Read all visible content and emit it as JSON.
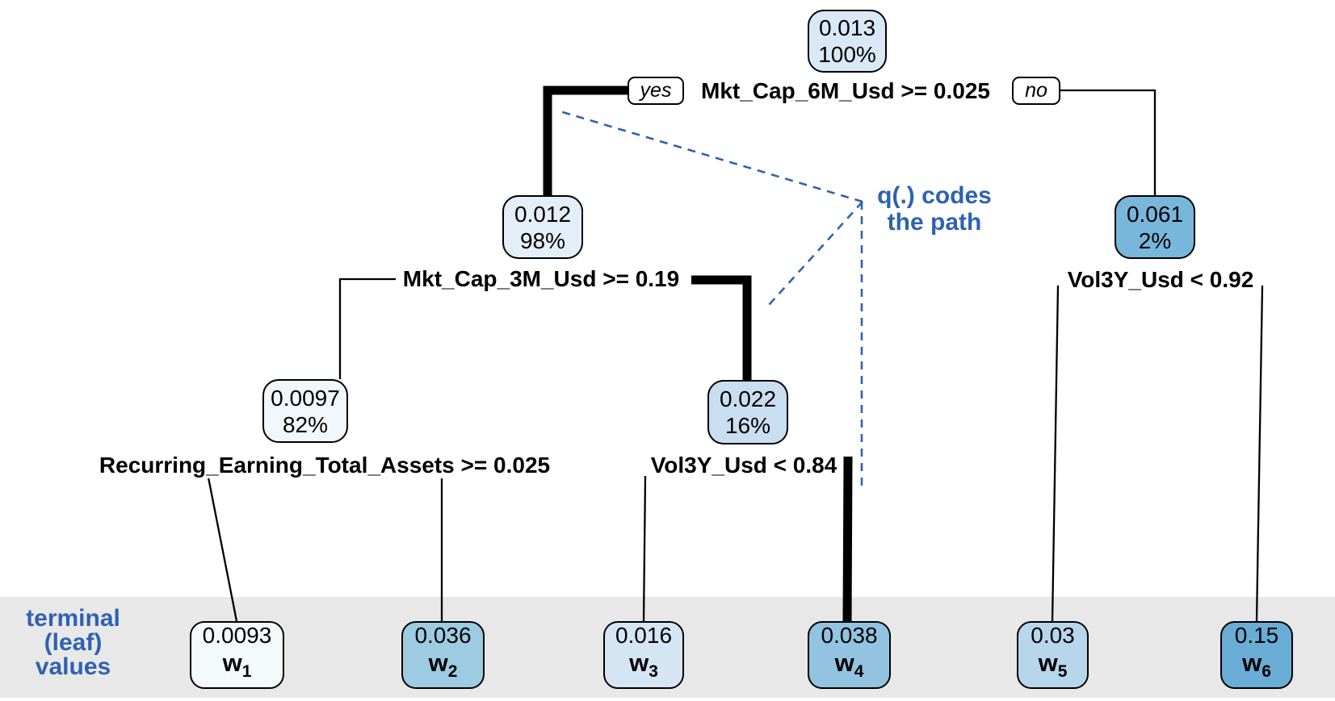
{
  "colors": {
    "accent_blue": "#2e62b1",
    "band_gray": "#e8e8e8",
    "branch_black": "#000000"
  },
  "annotation": {
    "line1": "q(.) codes",
    "line2": "the path"
  },
  "band_caption": {
    "line1": "terminal",
    "line2": "(leaf)",
    "line3": "values"
  },
  "root_split": {
    "label": "Mkt_Cap_6M_Usd >= 0.025",
    "yes_label": "yes",
    "no_label": "no"
  },
  "splits": {
    "level2_left": "Mkt_Cap_3M_Usd >= 0.19",
    "level2_right": "Vol3Y_Usd < 0.92",
    "level3_left": "Recurring_Earning_Total_Assets >= 0.025",
    "level3_right": "Vol3Y_Usd < 0.84"
  },
  "nodes": {
    "root": {
      "value": "0.013",
      "pct": "100%",
      "color": "#d9e8f6"
    },
    "left": {
      "value": "0.012",
      "pct": "98%",
      "color": "#e4eef9"
    },
    "right": {
      "value": "0.061",
      "pct": "2%",
      "color": "#79b6dc"
    },
    "left_left": {
      "value": "0.0097",
      "pct": "82%",
      "color": "#f2f7fc"
    },
    "left_right": {
      "value": "0.022",
      "pct": "16%",
      "color": "#cadef1"
    }
  },
  "leaves": [
    {
      "value": "0.0093",
      "name": "w",
      "sub": "1",
      "color": "#f4f9fc"
    },
    {
      "value": "0.036",
      "name": "w",
      "sub": "2",
      "color": "#9dcbe2"
    },
    {
      "value": "0.016",
      "name": "w",
      "sub": "3",
      "color": "#d5e5f3"
    },
    {
      "value": "0.038",
      "name": "w",
      "sub": "4",
      "color": "#92c3e0"
    },
    {
      "value": "0.03",
      "name": "w",
      "sub": "5",
      "color": "#b7d6ec"
    },
    {
      "value": "0.15",
      "name": "w",
      "sub": "6",
      "color": "#69acd5"
    }
  ]
}
